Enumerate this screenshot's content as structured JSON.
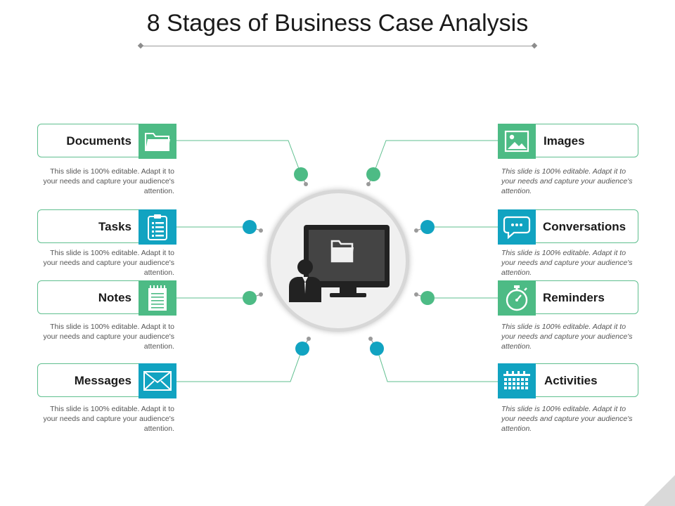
{
  "title": "8 Stages of Business Case Analysis",
  "colors": {
    "green": "#4dbb85",
    "teal": "#11a3c1",
    "border": "#5fbf8f",
    "connector": "#5fbf8f"
  },
  "center_icon": "presenter-at-monitor-with-folder-icon",
  "stages": {
    "documents": {
      "label": "Documents",
      "icon": "folder-icon",
      "color": "green",
      "desc": "This slide is 100% editable. Adapt it to your needs and capture your audience's attention."
    },
    "tasks": {
      "label": "Tasks",
      "icon": "clipboard-list-icon",
      "color": "teal",
      "desc": "This slide is 100% editable. Adapt it to your needs and capture your audience's attention."
    },
    "notes": {
      "label": "Notes",
      "icon": "notepad-icon",
      "color": "green",
      "desc": "This slide is 100% editable. Adapt it to your needs and capture your audience's attention."
    },
    "messages": {
      "label": "Messages",
      "icon": "envelope-icon",
      "color": "teal",
      "desc": "This slide is 100% editable. Adapt it to your needs and capture your audience's attention."
    },
    "images": {
      "label": "Images",
      "icon": "image-icon",
      "color": "green",
      "desc": "This slide is 100% editable. Adapt it to your needs and capture your audience's attention."
    },
    "conversations": {
      "label": "Conversations",
      "icon": "chat-bubble-icon",
      "color": "teal",
      "desc": "This slide is 100% editable. Adapt it to your needs and capture your audience's attention."
    },
    "reminders": {
      "label": "Reminders",
      "icon": "stopwatch-icon",
      "color": "green",
      "desc": "This slide is 100% editable. Adapt it to your needs and capture your audience's attention."
    },
    "activities": {
      "label": "Activities",
      "icon": "calendar-icon",
      "color": "teal",
      "desc": "This slide is 100% editable. Adapt it to your needs and capture your audience's attention."
    }
  }
}
